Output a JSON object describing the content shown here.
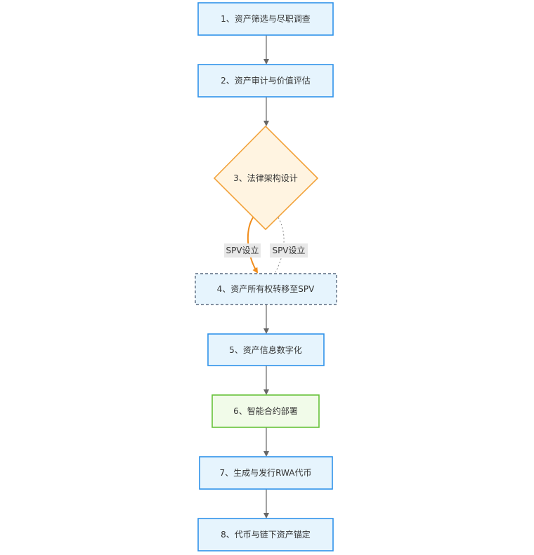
{
  "nodes": {
    "step1": {
      "label": "1、资产筛选与尽职调查"
    },
    "step2": {
      "label": "2、资产审计与价值评估"
    },
    "step3": {
      "label": "3、法律架构设计"
    },
    "step4": {
      "label": "4、资产所有权转移至SPV"
    },
    "step5": {
      "label": "5、资产信息数字化"
    },
    "step6": {
      "label": "6、智能合约部署"
    },
    "step7": {
      "label": "7、生成与发行RWA代币"
    },
    "step8": {
      "label": "8、代币与链下资产锚定"
    }
  },
  "edges": {
    "spv_label_left": "SPV设立",
    "spv_label_right": "SPV设立"
  },
  "colors": {
    "box_fill": "#e6f4fd",
    "box_stroke": "#2f93ea",
    "decision_fill": "#fff4e1",
    "decision_stroke": "#f2a23a",
    "green_fill": "#f1fbe9",
    "green_stroke": "#67c23a",
    "dashed_stroke": "#5a6b80",
    "arrow": "#666666",
    "orange_arrow": "#f08c1b"
  }
}
